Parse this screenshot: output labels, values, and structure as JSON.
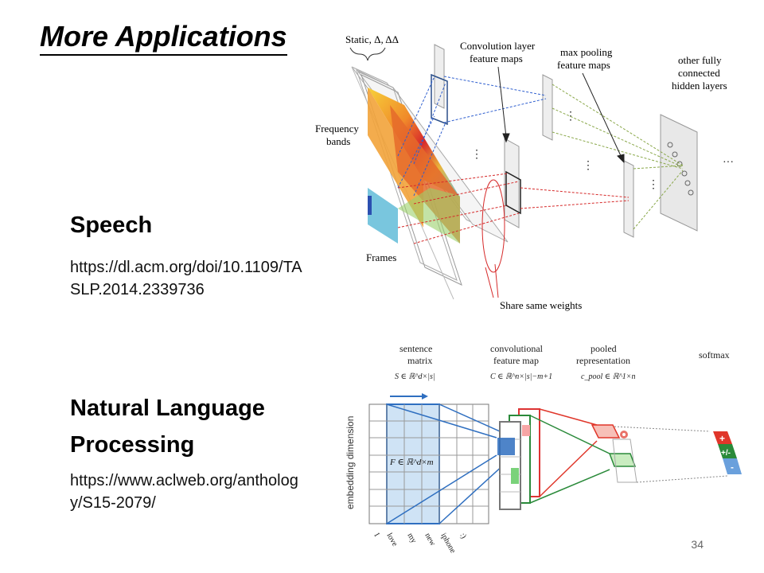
{
  "slide": {
    "title": "More Applications",
    "page_number": "34"
  },
  "speech": {
    "heading": "Speech",
    "link": "https://dl.acm.org/doi/10.1109/TASLP.2014.2339736"
  },
  "nlp": {
    "heading": "Natural Language Processing",
    "link": "https://www.aclweb.org/anthology/S15-2079/"
  },
  "speech_figure": {
    "static_label": "Static, Δ, ΔΔ",
    "conv_label_1": "Convolution layer",
    "conv_label_2": "feature maps",
    "pool_label_1": "max pooling",
    "pool_label_2": "feature maps",
    "hidden_label_1": "other fully",
    "hidden_label_2": "connected",
    "hidden_label_3": "hidden layers",
    "freq_label_1": "Frequency",
    "freq_label_2": "bands",
    "frames_label": "Frames",
    "share_label": "Share same weights"
  },
  "nlp_figure": {
    "sentence_label_1": "sentence",
    "sentence_label_2": "matrix",
    "sentence_formula": "S ∈ ℝ^d×|s|",
    "conv_label_1": "convolutional",
    "conv_label_2": "feature map",
    "conv_formula": "C ∈ ℝ^n×|s|−m+1",
    "pooled_label_1": "pooled",
    "pooled_label_2": "representation",
    "pooled_formula": "c_pool ∈ ℝ^1×n",
    "softmax_label": "softmax",
    "embedding_label": "embedding dimension",
    "filter_formula": "F ∈ ℝ^d×m",
    "words": [
      "I",
      "love",
      "my",
      "new",
      "iphone",
      ":)"
    ],
    "outputs": [
      "+",
      "+/-",
      "-"
    ],
    "colors": {
      "blue": "#2f6fc0",
      "red": "#e0362a",
      "green": "#2a8a3a"
    }
  }
}
